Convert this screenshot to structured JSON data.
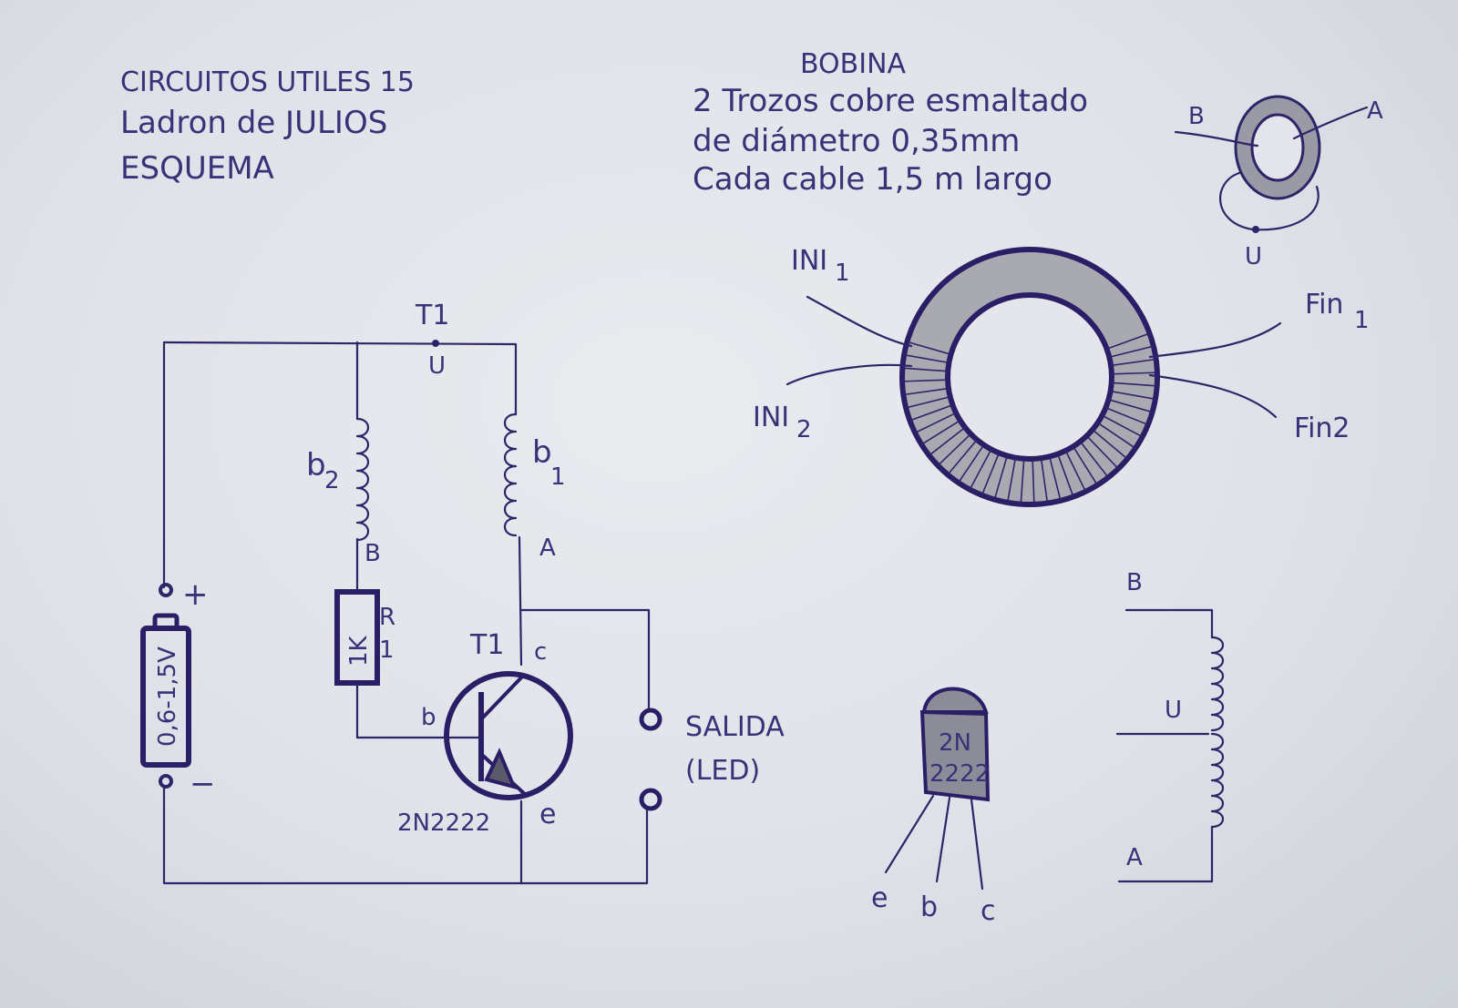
{
  "header": {
    "line1": "CIRCUITOS UTILES 15",
    "line2": "Ladron de JULIOS",
    "line3": "ESQUEMA"
  },
  "coil_notes": {
    "title": "BOBINA",
    "line1": "2 Trozos cobre esmaltado",
    "line2": "de diámetro 0,35mm",
    "line3": "Cada cable 1,5 m largo"
  },
  "small_toroid": {
    "label_b": "B",
    "label_a": "A",
    "label_u": "U"
  },
  "big_toroid": {
    "ini1": "INI",
    "ini1_sub": "1",
    "ini2": "INI",
    "ini2_sub": "2",
    "fin1": "Fin",
    "fin1_sub": "1",
    "fin2": "Fin2"
  },
  "schematic": {
    "t1_top": "T1",
    "u_label": "U",
    "b2": "b",
    "b2_sub": "2",
    "b1": "b",
    "b1_sub": "1",
    "node_b": "B",
    "node_a": "A",
    "resistor_value": "1K",
    "resistor_r": "R",
    "resistor_1": "1",
    "battery": "0,6-1,5V",
    "plus": "+",
    "minus": "−",
    "t1_transistor": "T1",
    "pin_c": "c",
    "pin_b": "b",
    "pin_e": "e",
    "part": "2N2222",
    "salida": "SALIDA",
    "led": "(LED)"
  },
  "transistor_package": {
    "top": "2N",
    "bottom": "2222",
    "pin_e": "e",
    "pin_b": "b",
    "pin_c": "c"
  },
  "tapped_coil": {
    "label_b": "B",
    "label_u": "U",
    "label_a": "A"
  }
}
